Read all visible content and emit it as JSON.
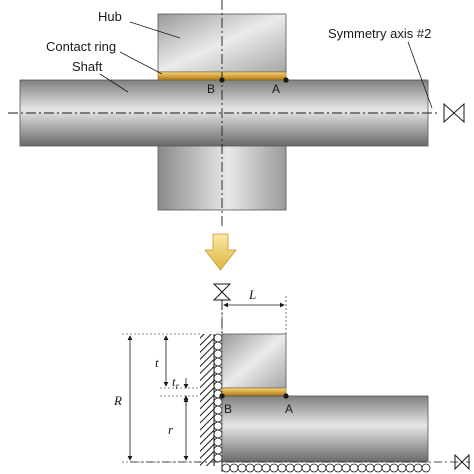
{
  "labels": {
    "hub": "Hub",
    "contact_ring": "Contact ring",
    "shaft": "Shaft",
    "symmetry_axis": "Symmetry axis #2",
    "point_b_top": "B",
    "point_a_top": "A",
    "point_b_bottom": "B",
    "point_a_bottom": "A"
  },
  "dimensions": {
    "L": "L",
    "t": "t",
    "t_r_main": "t",
    "t_r_sub": "r",
    "R": "R",
    "r": "r"
  },
  "colors": {
    "steel_dark": "#6f6f6f",
    "steel_light": "#e4e4e4",
    "ring": "#c9952f",
    "ring_light": "#f0cf7a",
    "arrow": "#e9c45a",
    "line": "#1a1a1a"
  },
  "icons": {
    "down_arrow": "down-arrow-icon",
    "symmetry": "symmetry-bowtie-icon",
    "hatch": "fixed-support-hatch-icon",
    "rollers": "roller-support-icon"
  }
}
